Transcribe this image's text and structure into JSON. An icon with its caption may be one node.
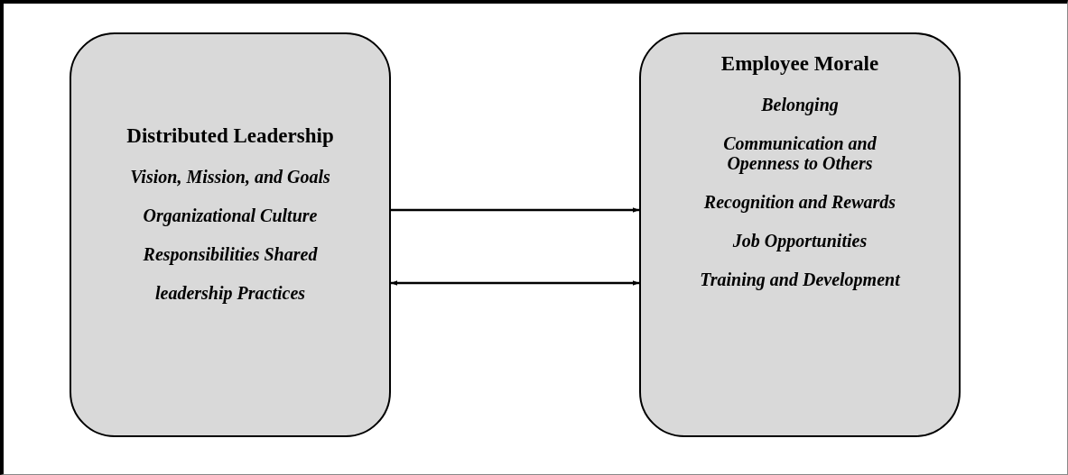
{
  "diagram": {
    "nodes": [
      {
        "text": [
          "Distributed Leadership",
          "Vision, Mission, and Goals",
          "Organizational Culture",
          "Responsibilities Shared",
          "leadership Practices"
        ]
      },
      {
        "text": [
          "Employee Morale",
          "Belonging",
          "Communication and Openness to Others",
          "Recognition and Rewards",
          "Job Opportunities",
          "Training and Development"
        ]
      }
    ],
    "edges": [
      {
        "from": 0,
        "to": 1,
        "arrow": "to"
      },
      {
        "from": 0,
        "to": 1,
        "arrow": "both"
      }
    ]
  }
}
